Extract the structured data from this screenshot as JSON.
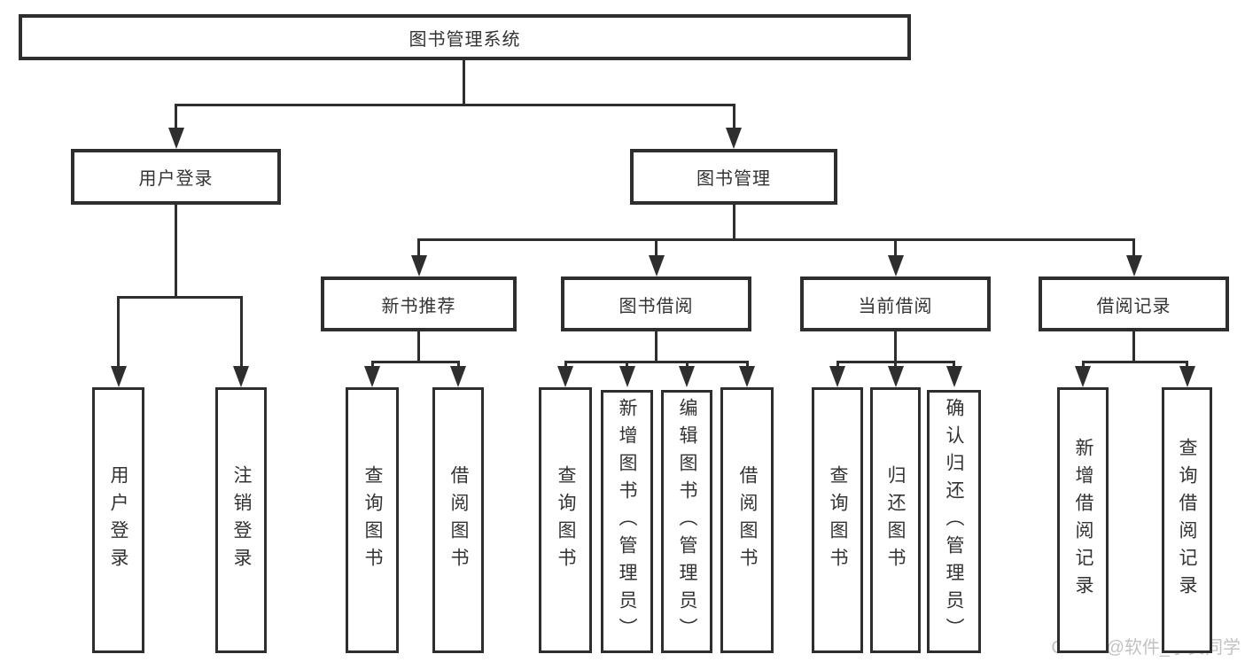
{
  "diagram": {
    "title": "图书管理系统",
    "watermark": "CSDN @软件_小贺同学",
    "colors": {
      "line": "#2e2e2e",
      "text": "#333333",
      "background": "#ffffff",
      "watermark": "#c2c2c2"
    },
    "nodes": {
      "root": {
        "label": "图书管理系统"
      },
      "user_login": {
        "label": "用户登录"
      },
      "book_mgmt": {
        "label": "图书管理"
      },
      "new_book_rec": {
        "label": "新书推荐"
      },
      "book_borrow": {
        "label": "图书借阅"
      },
      "current_borrow": {
        "label": "当前借阅"
      },
      "borrow_records": {
        "label": "借阅记录"
      },
      "leaf_user_login": {
        "label": "用户登录"
      },
      "leaf_logout": {
        "label": "注销登录"
      },
      "rec_search": {
        "label": "查询图书"
      },
      "rec_borrow": {
        "label": "借阅图书"
      },
      "bb_search": {
        "label": "查询图书"
      },
      "bb_add": {
        "label": "新增图书（管理员）"
      },
      "bb_edit": {
        "label": "编辑图书（管理员）"
      },
      "bb_borrow": {
        "label": "借阅图书"
      },
      "cb_search": {
        "label": "查询图书"
      },
      "cb_return": {
        "label": "归还图书"
      },
      "cb_confirm": {
        "label": "确认归还（管理员）"
      },
      "br_add": {
        "label": "新增借阅记录"
      },
      "br_search": {
        "label": "查询借阅记录"
      }
    },
    "hierarchy": {
      "root": [
        "user_login",
        "book_mgmt"
      ],
      "user_login": [
        "leaf_user_login",
        "leaf_logout"
      ],
      "book_mgmt": [
        "new_book_rec",
        "book_borrow",
        "current_borrow",
        "borrow_records"
      ],
      "new_book_rec": [
        "rec_search",
        "rec_borrow"
      ],
      "book_borrow": [
        "bb_search",
        "bb_add",
        "bb_edit",
        "bb_borrow"
      ],
      "current_borrow": [
        "cb_search",
        "cb_return",
        "cb_confirm"
      ],
      "borrow_records": [
        "br_add",
        "br_search"
      ]
    }
  }
}
